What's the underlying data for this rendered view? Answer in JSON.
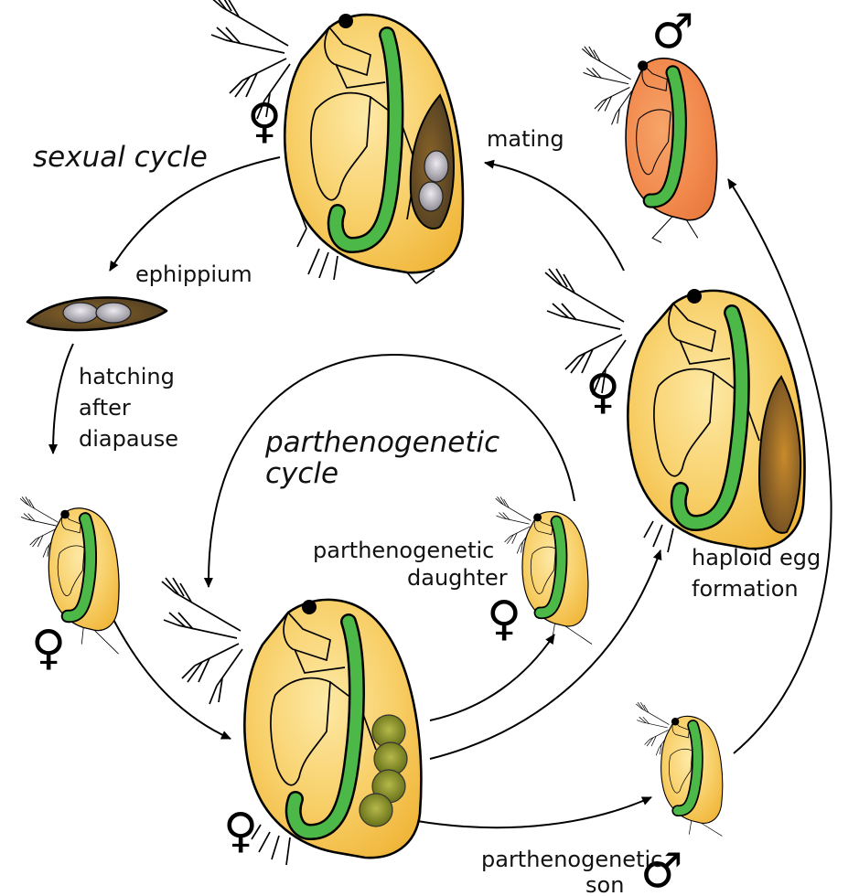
{
  "labels": {
    "sexual_cycle": "sexual cycle",
    "parthenogenetic_cycle_1": "parthenogenetic",
    "parthenogenetic_cycle_2": "cycle",
    "ephippium": "ephippium",
    "mating": "mating",
    "hatching_1": "hatching",
    "hatching_2": "after",
    "hatching_3": "diapause",
    "daughter_1": "parthenogenetic",
    "daughter_2": "daughter",
    "haploid_1": "haploid egg",
    "haploid_2": "formation",
    "son_1": "parthenogenetic",
    "son_2": "son"
  },
  "symbols": {
    "female": "♀",
    "male": "♂"
  },
  "colors": {
    "body_female": "#f5c24a",
    "body_female_light": "#fde9a6",
    "body_male": "#f28a4e",
    "body_male_light": "#fbc39c",
    "gut": "#4cb848",
    "brood_dark": "#4a3a22",
    "brood_mid": "#8a6428",
    "egg_gray": "#b8b4bc",
    "egg_green": "#7a8a1e",
    "arrow": "#000000"
  },
  "icons": {
    "organism": "daphnia-icon",
    "resting_egg": "ephippium-icon"
  }
}
